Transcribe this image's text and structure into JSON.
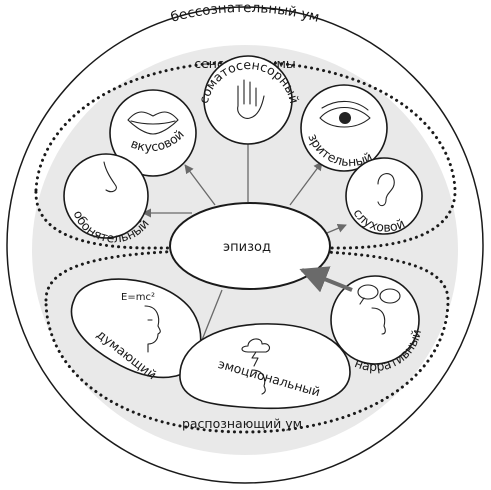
{
  "labels": {
    "unconscious": "бессознательный ум",
    "sensory": "сенсорные умы",
    "recognizing": "распознающий ум",
    "episode": "эпизод",
    "taste": "вкусовой",
    "somatosensory": "соматосенсорный",
    "visual": "зрительный",
    "olfactory": "обонятельный",
    "auditory": "слуховой",
    "thinking": "думающий",
    "emotional": "эмоциональный",
    "narrative": "нарративный",
    "formula": "E=mc²"
  },
  "icons": {
    "taste": "lips-icon",
    "somatosensory": "hand-icon",
    "visual": "eye-icon",
    "olfactory": "nose-icon",
    "auditory": "ear-icon",
    "thinking": "head-profile-icon",
    "emotional": "storm-cloud-icon",
    "narrative": "speech-bubbles-icon"
  },
  "colors": {
    "inner_fill": "#e9e9e9",
    "bubble_fill": "#ffffff",
    "stroke": "#1a1a1a",
    "narrative_arrow": "#6a6a6a",
    "arrow": "#6a6a6a"
  }
}
